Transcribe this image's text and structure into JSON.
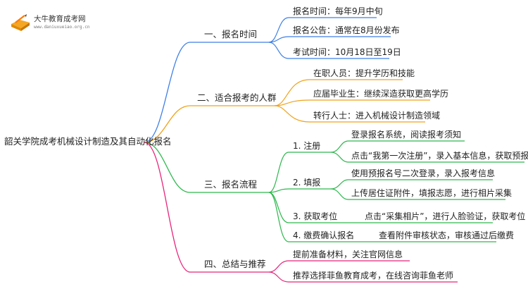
{
  "logo": {
    "title": "大牛教育成考网",
    "url": "www.daniuxueiao.org.cn"
  },
  "colors": {
    "blue": "#3d7fe6",
    "orange": "#f0a21b",
    "green": "#2db84d",
    "pink": "#e8247a"
  },
  "root": "韶关学院成考机械设计制造及其自动化报名",
  "branches": [
    {
      "label": "一、报名时间",
      "children": [
        {
          "label": "报名时间：每年9月中旬"
        },
        {
          "label": "报名公告：通常在8月份发布"
        },
        {
          "label": "考试时间：10月18日至19日"
        }
      ]
    },
    {
      "label": "二、适合报考的人群",
      "children": [
        {
          "label": "在职人员：提升学历和技能"
        },
        {
          "label": "应届毕业生：继续深造获取更高学历"
        },
        {
          "label": "转行人士：进入机械设计制造领域"
        }
      ]
    },
    {
      "label": "三、报名流程",
      "children": [
        {
          "label": "1. 注册",
          "children": [
            {
              "label": "登录报名系统，阅读报考须知"
            },
            {
              "label": "点击“我第一次注册”，录入基本信息，获取预报名号"
            }
          ]
        },
        {
          "label": "2. 填报",
          "children": [
            {
              "label": "使用预报名号二次登录，录入报考信息"
            },
            {
              "label": "上传居住证附件，填报志愿，进行相片采集"
            }
          ]
        },
        {
          "label": "3. 获取考位",
          "children": [
            {
              "label": "点击“采集相片”，进行人脸验证，获取考位"
            }
          ]
        },
        {
          "label": "4. 缴费确认报名",
          "children": [
            {
              "label": "查看附件审核状态，审核通过后缴费"
            }
          ]
        }
      ]
    },
    {
      "label": "四、总结与推荐",
      "children": [
        {
          "label": "提前准备材料，关注官网信息"
        },
        {
          "label": "推荐选择菲鱼教育成考，在线咨询菲鱼老师"
        }
      ]
    }
  ]
}
